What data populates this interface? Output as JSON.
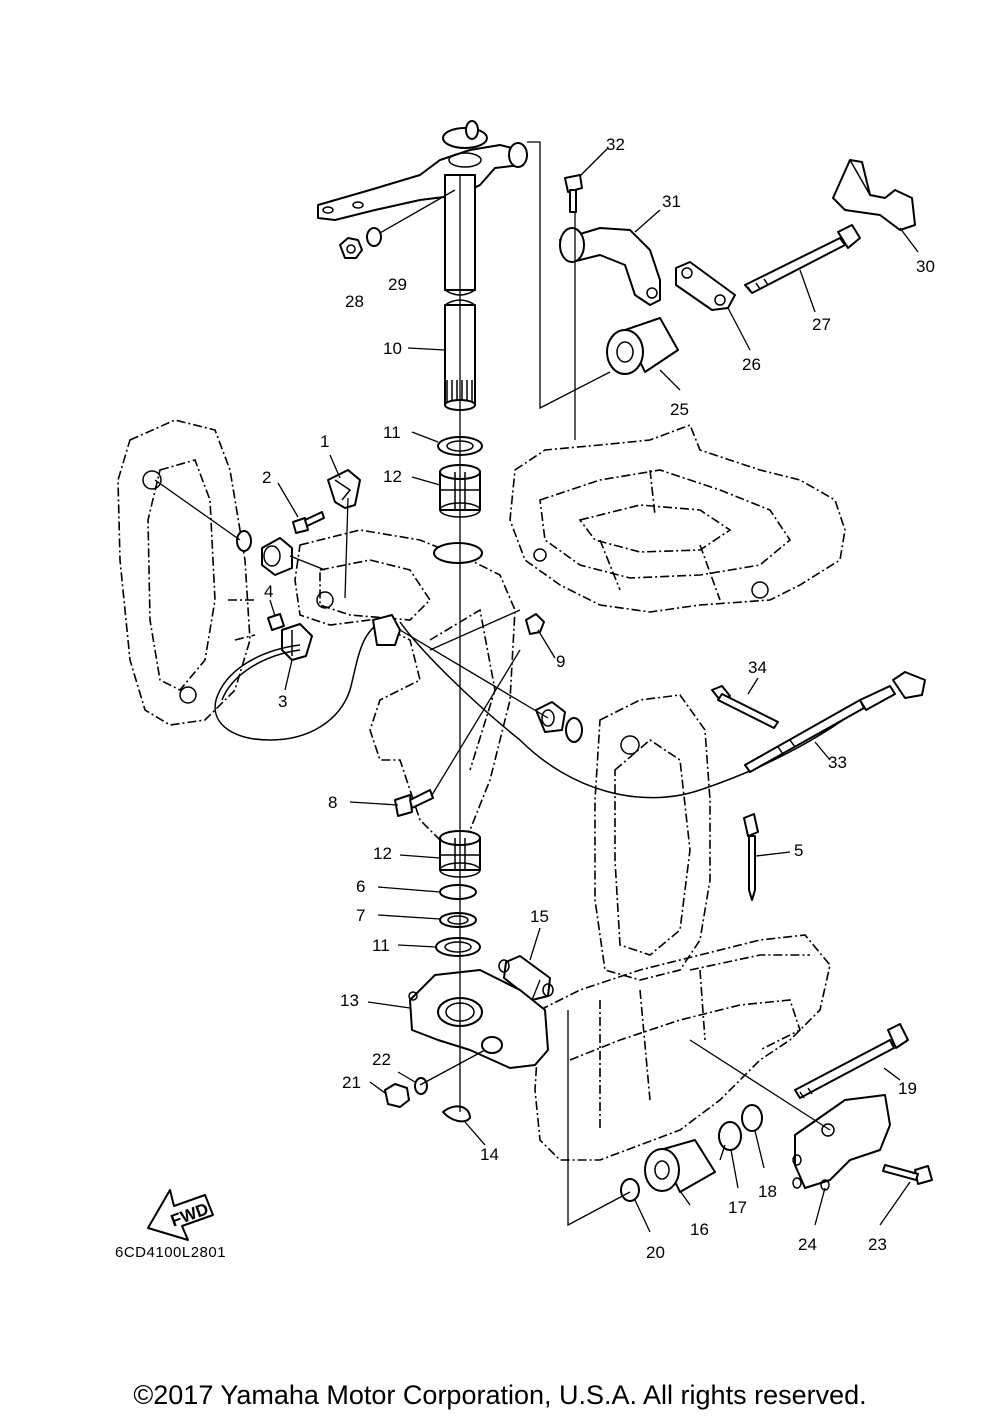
{
  "diagram": {
    "drawing_code": "6CD4100L2801",
    "fwd_label": "FWD",
    "callouts": [
      "1",
      "2",
      "3",
      "4",
      "5",
      "6",
      "7",
      "8",
      "9",
      "10",
      "11",
      "11",
      "12",
      "12",
      "13",
      "14",
      "15",
      "16",
      "17",
      "18",
      "19",
      "20",
      "21",
      "22",
      "23",
      "24",
      "25",
      "26",
      "27",
      "28",
      "29",
      "30",
      "31",
      "32",
      "33",
      "34"
    ]
  },
  "footer": {
    "copyright": "©2017 Yamaha Motor Corporation, U.S.A. All rights reserved."
  }
}
